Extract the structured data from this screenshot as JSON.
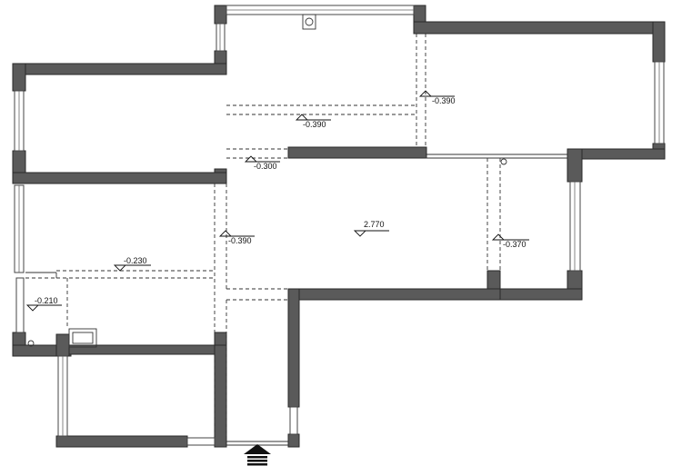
{
  "floor_plan": {
    "levels": {
      "kitchen_top_right": "-0.390",
      "kitchen_center": "-0.390",
      "corridor_top": "-0.300",
      "living": "2.770",
      "right_room": "-0.370",
      "left_corridor": "-0.390",
      "left_bedroom": "-0.230",
      "bath": "-0.210"
    },
    "colors": {
      "wall": "#5a5a5a",
      "line": "#333333",
      "background": "#ffffff"
    },
    "entrance_icon": "entrance-arrow-icon"
  }
}
